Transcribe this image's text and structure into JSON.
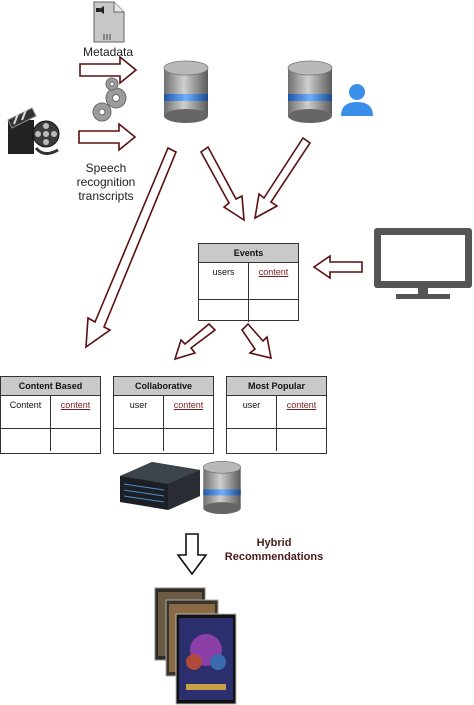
{
  "labels": {
    "metadata": "Metadata",
    "speech_line1": "Speech",
    "speech_line2": "recognition",
    "speech_line3": "transcripts",
    "hybrid_line1": "Hybrid",
    "hybrid_line2": "Recommendations"
  },
  "events_table": {
    "title": "Events",
    "col1": "users",
    "col2": "content"
  },
  "model_tables": [
    {
      "title": "Content Based",
      "col1": "Content",
      "col2": "content"
    },
    {
      "title": "Collaborative",
      "col1": "user",
      "col2": "content"
    },
    {
      "title": "Most Popular",
      "col1": "user",
      "col2": "content"
    }
  ],
  "colors": {
    "arrow_outline": "#5a1010",
    "db_top": "#8a8a8a",
    "db_band": "#3a7bd5",
    "user_icon": "#3a8fe8",
    "tv": "#555555"
  },
  "icons": [
    "document-icon",
    "gears-icon",
    "film-reel-icon",
    "database-icon",
    "user-icon",
    "tv-monitor-icon",
    "server-icon",
    "movie-posters-icon"
  ]
}
